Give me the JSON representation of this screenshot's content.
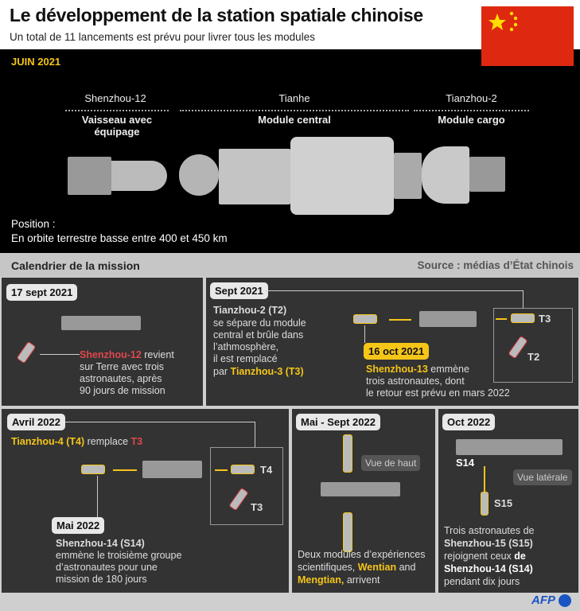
{
  "header": {
    "title": "Le développement de la station spatiale chinoise",
    "subtitle": "Un total de 11 lancements est prévu pour livrer tous les modules"
  },
  "hero": {
    "date": "JUIN 2021",
    "modules": [
      {
        "name": "Shenzhou-12",
        "role": "Vaisseau avec équipage"
      },
      {
        "name": "Tianhe",
        "role": "Module central"
      },
      {
        "name": "Tianzhou-2",
        "role": "Module cargo"
      }
    ],
    "position_label": "Position :",
    "position_value": "En orbite terrestre basse entre 400 et 450 km"
  },
  "band": {
    "title": "Calendrier de la mission",
    "source": "Source : médias d’État chinois"
  },
  "p1": {
    "date": "17 sept 2021",
    "name": "Shenzhou-12",
    "text1": " revient",
    "text2": "sur Terre avec trois",
    "text3": "astronautes, après",
    "text4": "90 jours de mission"
  },
  "p2": {
    "date": "Sept 2021",
    "name": "Tianzhou-2 (T2)",
    "l1": "se sépare du module",
    "l2": "central et brûle dans",
    "l3": "l’athmosphère,",
    "l4": "il est remplacé",
    "l5": "par ",
    "t3": "Tianzhou-3 (T3)",
    "lbl_t3": "T3",
    "lbl_t2": "T2",
    "date2": "16 oct 2021",
    "name2": "Shenzhou-13",
    "m1": " emmène",
    "m2": "trois astronautes, dont",
    "m3": "le retour est prévu en mars 2022"
  },
  "p3": {
    "date": "Avril 2022",
    "name": "Tianzhou-4 (T4)",
    "mid": " remplace ",
    "t3": "T3",
    "lbl_t4": "T4",
    "lbl_t3": "T3",
    "date2": "Mai 2022",
    "name2": "Shenzhou-14 (S14)",
    "m1": "emmène le troisième groupe",
    "m2": "d’astronautes pour une",
    "m3": "mission de 180 jours"
  },
  "p4": {
    "date": "Mai - Sept 2022",
    "tag": "Vue de haut",
    "l1": "Deux modules d’expériences",
    "l2": "scientifiques, ",
    "w": "Wentian",
    "and": " and",
    "m": "Mengtian,",
    "arr": " arrivent"
  },
  "p5": {
    "date": "Oct 2022",
    "s14": "S14",
    "s15": "S15",
    "tag": "Vue latérale",
    "l1": "Trois astronautes de",
    "n1": "Shenzhou-15 (S15)",
    "l2": "rejoignent ceux ",
    "de": "de",
    "n2": "Shenzhou-14 (S14)",
    "l3": "pendant dix jours"
  },
  "footer": {
    "logo": "AFP"
  },
  "colors": {
    "yellow": "#f5c518",
    "red": "#e0474c",
    "panel": "#333333"
  }
}
